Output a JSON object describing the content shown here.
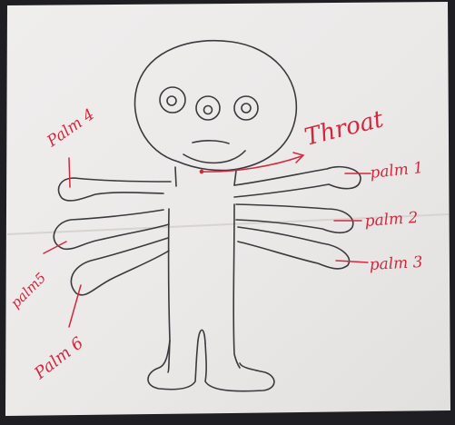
{
  "labels": {
    "throat": "Throat",
    "palm1": "palm 1",
    "palm2": "palm 2",
    "palm3": "palm 3",
    "palm4": "Palm 4",
    "palm5": "palm5",
    "palm6": "Palm 6"
  },
  "colors": {
    "paper": "#eeeceb",
    "ink": "#3a3a3e",
    "annotation": "#d2283f"
  }
}
